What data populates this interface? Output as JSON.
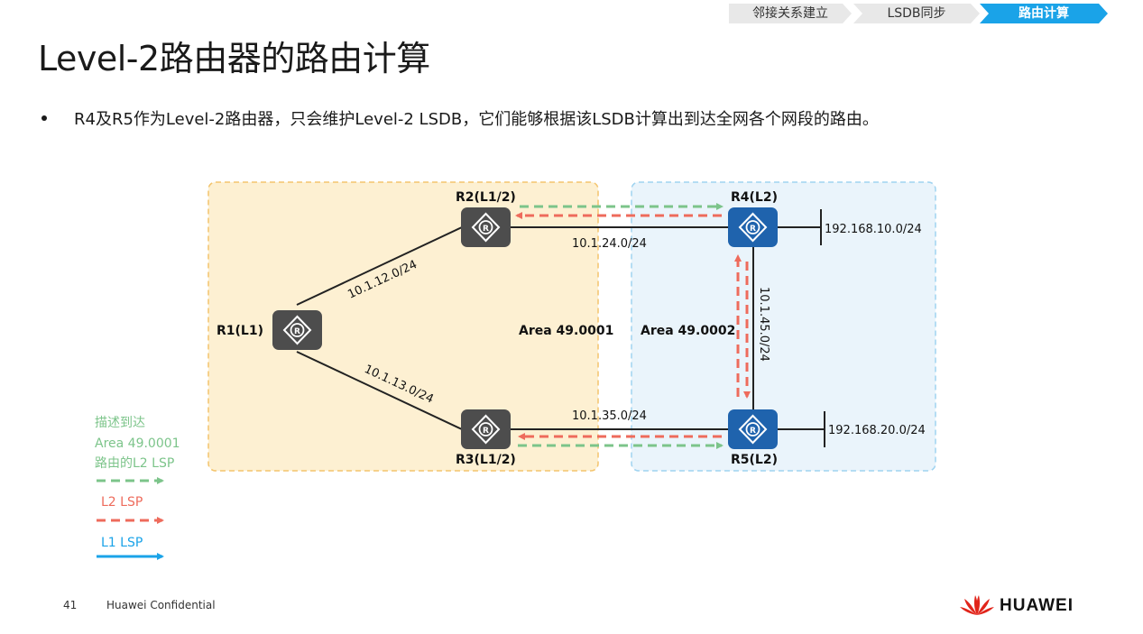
{
  "steps": [
    "邻接关系建立",
    "LSDB同步",
    "路由计算"
  ],
  "title": "Level-2路由器的路由计算",
  "bullet": "R4及R5作为Level-2路由器，只会维护Level-2  LSDB，它们能够根据该LSDB计算出到达全网各个网段的路由。",
  "diagram": {
    "routers": {
      "r1": "R1(L1)",
      "r2": "R2(L1/2)",
      "r3": "R3(L1/2)",
      "r4": "R4(L2)",
      "r5": "R5(L2)"
    },
    "areas": {
      "left": "Area 49.0001",
      "right": "Area 49.0002"
    },
    "links": {
      "r1_r2": "10.1.12.0/24",
      "r1_r3": "10.1.13.0/24",
      "r2_r4": "10.1.24.0/24",
      "r3_r5": "10.1.35.0/24",
      "r4_r5": "10.1.45.0/24"
    },
    "stubs": {
      "r4": "192.168.10.0/24",
      "r5": "192.168.20.0/24"
    }
  },
  "legend": {
    "green_line1": "描述到达",
    "green_line2": "Area 49.0001",
    "green_line3": "路由的L2 LSP",
    "red": "L2 LSP",
    "blue": "L1 LSP"
  },
  "colors": {
    "active_step": "#1aa3e8",
    "step_inactive": "#e8e8e8",
    "green": "#7cc48a",
    "red": "#ee6b5c",
    "blue": "#1aa3e8",
    "area1_fill": "#fdf0d2",
    "area1_border": "#f3c46d",
    "area2_fill": "#eaf4fb",
    "area2_border": "#9fd3f0",
    "router_gray": "#4d4d4d",
    "router_blue": "#1f63ad"
  },
  "footer": {
    "page": "41",
    "confidential": "Huawei Confidential",
    "logo": "HUAWEI"
  }
}
